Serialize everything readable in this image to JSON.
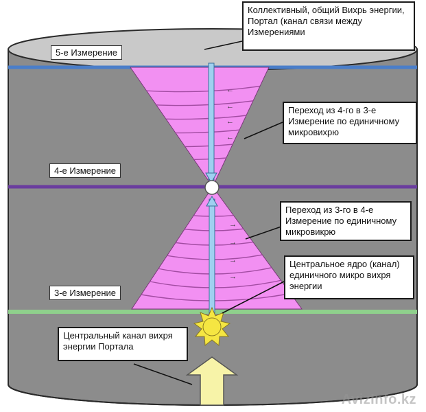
{
  "colors": {
    "cylinder": "#8c8c8c",
    "cylinder_top": "#c9c9c9",
    "cone": "#f290f2",
    "line_5d": "#4a7ec9",
    "line_4d": "#6a3d9e",
    "line_3d": "#8fd08c",
    "channel": "#9fd0f0",
    "sun": "#f5e642",
    "arrow_fill": "#f7f3a8"
  },
  "icons": {
    "sun": "sun-icon",
    "up_arrow": "up-arrow-icon",
    "center_node": "white-node-icon"
  },
  "levels": {
    "d5": "5-е Измерение",
    "d4": "4-е Измерение",
    "d3": "3-е Измерение"
  },
  "callouts": {
    "vortex": "Коллективный, общий  Вихрь энергии, Портал (канал связи между Измерениями",
    "to3": "Переход из 4-го в 3-е Измерение по единичному микровихрю",
    "to4": "Переход из 3-го в 4-е Измерение по единичному микровикрю",
    "core": "Центральное ядро (канал) единичного микро вихря энергии",
    "channel": "Центральный канал вихря энергии Портала"
  },
  "watermark": "AvizInfo.kz"
}
